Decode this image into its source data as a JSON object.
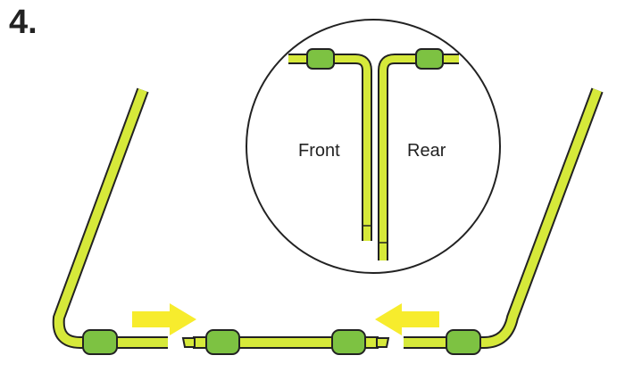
{
  "step": {
    "number": "4."
  },
  "inset": {
    "front_label": "Front",
    "rear_label": "Rear"
  },
  "colors": {
    "rod": "#D6E93A",
    "connector": "#7DC242",
    "outline": "#222222",
    "arrow": "#F7EC2D"
  },
  "icons": {
    "left_arrow": "arrow-right-icon",
    "right_arrow": "arrow-left-icon"
  }
}
